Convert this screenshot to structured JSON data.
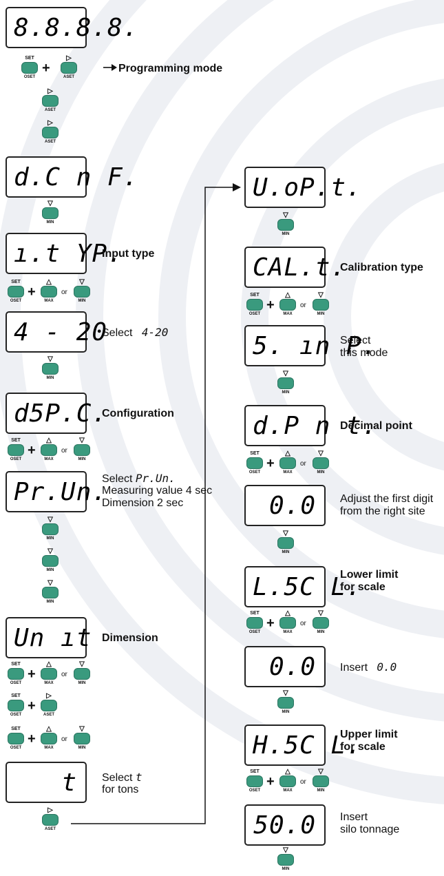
{
  "displays": {
    "d1": "8.8.8.8.",
    "d2": "d.C n F.",
    "d3": "ı.t YP.",
    "d4": "4 - 20",
    "d5": "d5P.C.",
    "d6": "Pr.Un.",
    "d7": "Un ıt",
    "d8": "t",
    "r1": "U.oP.t.",
    "r2": "CAL.t.",
    "r3": "5. ın P.",
    "r4": "d.P n t.",
    "r5": "0.0",
    "r6": "L.5C L.",
    "r7": "0.0",
    "r8": "H.5C L.",
    "r9": "50.0"
  },
  "labels": {
    "programming": "Programming mode",
    "input_type": "Input type",
    "select_420_prefix": "Select",
    "select_420_code": "4-20",
    "configuration": "Configuration",
    "select_prun_prefix": "Select",
    "select_prun_code": "Pr.Un.",
    "measuring": "Measuring value 4 sec",
    "dimension_sec": "Dimension 2 sec",
    "dimension": "Dimension",
    "select_t_prefix": "Select",
    "select_t_code": "t",
    "for_tons": "for tons",
    "calibration_type": "Calibration type",
    "select_mode_1": "Select",
    "select_mode_2": "this mode",
    "decimal_point": "Decimal point",
    "adjust_1": "Adjust the first digit",
    "adjust_2": "from the right site",
    "lower_1": "Lower limit",
    "lower_2": "for scale",
    "insert_prefix": "Insert",
    "insert_code": "0.0",
    "upper_1": "Upper limit",
    "upper_2": "for scale",
    "insert_silo_1": "Insert",
    "insert_silo_2": "silo tonnage"
  },
  "keys": {
    "set_top": "SET",
    "set_bottom": "OSET",
    "right_top": "▷",
    "right_bottom": "ASET",
    "up_top": "△",
    "up_bottom": "MAX",
    "down_top": "▽",
    "down_bottom": "MIN",
    "plus": "+",
    "or": "or"
  },
  "colors": {
    "key_green": "#3a9a7e",
    "background_arcs": "#eef0f4"
  }
}
